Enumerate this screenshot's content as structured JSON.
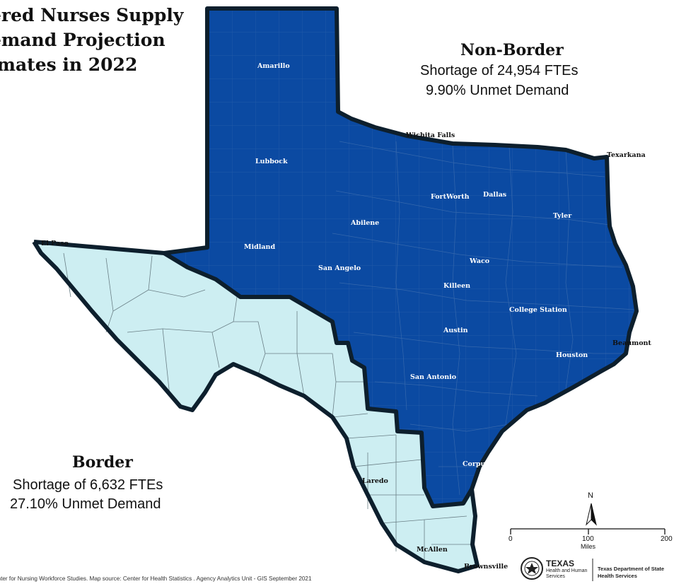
{
  "title": {
    "line1": "ered Nurses Supply",
    "line2": "emand Projection",
    "line3": "imates in 2022"
  },
  "regions": {
    "non_border": {
      "name": "Non-Border",
      "shortage": "Shortage of 24,954 FTEs",
      "unmet": "9.90% Unmet Demand",
      "color": "#0b4aa2"
    },
    "border": {
      "name": "Border",
      "shortage": "Shortage of 6,632 FTEs",
      "unmet": "27.10% Unmet Demand",
      "color": "#cdeef2"
    }
  },
  "cities": {
    "amarillo": "Amarillo",
    "wichita_falls": "Wichita Falls",
    "texarkana": "Texarkana",
    "lubbock": "Lubbock",
    "fort_worth": "FortWorth",
    "dallas": "Dallas",
    "tyler": "Tyler",
    "abilene": "Abilene",
    "midland": "Midland",
    "el_paso": "El Paso",
    "san_angelo": "San Angelo",
    "waco": "Waco",
    "killeen": "Killeen",
    "college_station": "College Station",
    "austin": "Austin",
    "beaumont": "Beaumont",
    "houston": "Houston",
    "san_antonio": "San Antonio",
    "corpus_christi": "Corpus Christi",
    "laredo": "Laredo",
    "mcallen": "McAllen",
    "brownsville": "Brownsville"
  },
  "north_arrow": {
    "label": "N",
    "icon": "north-arrow-icon"
  },
  "scale_bar": {
    "zero": "0",
    "mid": "100",
    "end": "200",
    "unit": "Miles"
  },
  "logos": {
    "hhs_top": "TEXAS",
    "hhs_sub1": "Health and Human",
    "hhs_sub2": "Services",
    "dshs_line1": "Texas Department of State",
    "dshs_line2": "Health Services",
    "icon": "texas-seal-icon"
  },
  "footer": "enter for Nursing Workforce Studies. Map source: Center for Health Statistics . Agency Analytics Unit - GIS September 2021"
}
